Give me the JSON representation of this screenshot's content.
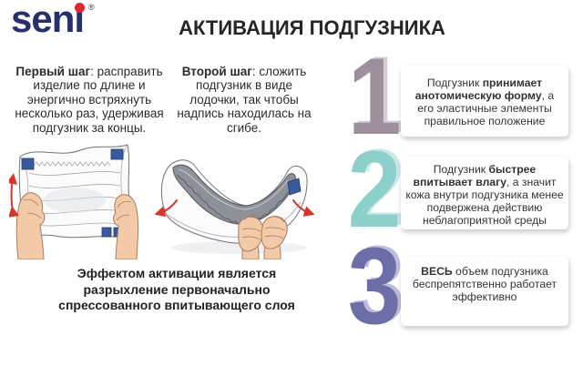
{
  "logo": {
    "text": "seni",
    "registered": "®"
  },
  "title": "АКТИВАЦИЯ ПОДГУЗНИКА",
  "steps": [
    {
      "lead": "Первый шаг",
      "text": ": расправить\nизделие по длине и\nэнергично встряхнуть\nнесколько раз, удерживая\nподгузник за концы."
    },
    {
      "lead": "Второй шаг",
      "text": ": сложить\nподгузник в виде\nлодочки, так чтобы\nнадпись находилась на\nсгибе."
    }
  ],
  "effect": "Эффектом активации является\nразрыхление первоначально\nспрессованного впитывающего слоя",
  "benefits": [
    {
      "number": "1",
      "color": "#9d8f9b",
      "shade": "#d6cdd4",
      "pre": "Подгузник ",
      "bold": "принимает\nанотомическую форму",
      "post": ", а\nего эластичные элементы\nправильное положение"
    },
    {
      "number": "2",
      "color": "#8dcfcb",
      "shade": "#c9e9e7",
      "pre": "Подгузник ",
      "bold": "быстрее\nвпитывает влагу",
      "post": ", а значит\nкожа внутри подгузника менее\nподвержена действию\nнеблагоприятной среды"
    },
    {
      "number": "3",
      "color": "#6b6ea7",
      "shade": "#bcbddb",
      "bold": "ВЕСЬ",
      "post": " объем подгузника\nбеспрепятственно работает\nэффективно"
    }
  ],
  "colors": {
    "brand": "#26306b",
    "brand_dot": "#e1262d",
    "arrow": "#d7342c",
    "tab": "#3a5aa0"
  }
}
